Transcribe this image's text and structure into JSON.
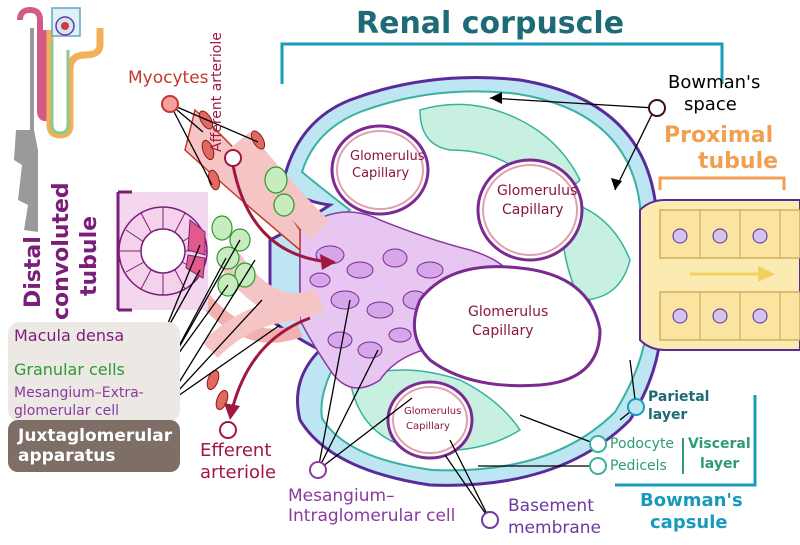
{
  "colors": {
    "title_teal": "#1f6a77",
    "bracket_cyan": "#1a9aba",
    "myocyte_red": "#c0392b",
    "distal_purple": "#7b1e7a",
    "proximal_orange": "#f0a050",
    "macula_pink": "#e05a8a",
    "granular_green": "#2e9a2e",
    "mesangium_purple": "#8a3aa0",
    "capillary_text": "#8a1540",
    "parietal_teal": "#1f6a77",
    "podocyte_green": "#2e9a7a",
    "juxta_box": "#7d6e66"
  },
  "title": "Renal corpuscle",
  "labels": {
    "myocytes": "Myocytes",
    "afferent_arteriole": "Afferent arteriole",
    "bowmans_space_1": "Bowman's",
    "bowmans_space_2": "space",
    "proximal_tubule_1": "Proximal",
    "proximal_tubule_2": "tubule",
    "distal_1": "Distal",
    "distal_2": "convoluted",
    "distal_3": "tubule",
    "macula_densa": "Macula densa",
    "granular_cells": "Granular cells",
    "mesangium_extra_1": "Mesangium–Extra-",
    "mesangium_extra_2": "glomerular cell",
    "juxta_1": "Juxtaglomerular",
    "juxta_2": "apparatus",
    "efferent_1": "Efferent",
    "efferent_2": "arteriole",
    "mesangium_intra_1": "Mesangium–",
    "mesangium_intra_2": "Intraglomerular cell",
    "basement_1": "Basement",
    "basement_2": "membrane",
    "parietal_1": "Parietal",
    "parietal_2": "layer",
    "podocyte": "Podocyte",
    "pedicels": "Pedicels",
    "visceral_1": "Visceral",
    "visceral_2": "layer",
    "bowmans_capsule_1": "Bowman's",
    "bowmans_capsule_2": "capsule"
  },
  "capillaries": [
    {
      "line1": "Glomerulus",
      "line2": "Capillary"
    },
    {
      "line1": "Glomerulus",
      "line2": "Capillary"
    },
    {
      "line1": "Glomerulus",
      "line2": "Capillary"
    },
    {
      "line1": "Glomerulus",
      "line2": "Capillary"
    }
  ]
}
